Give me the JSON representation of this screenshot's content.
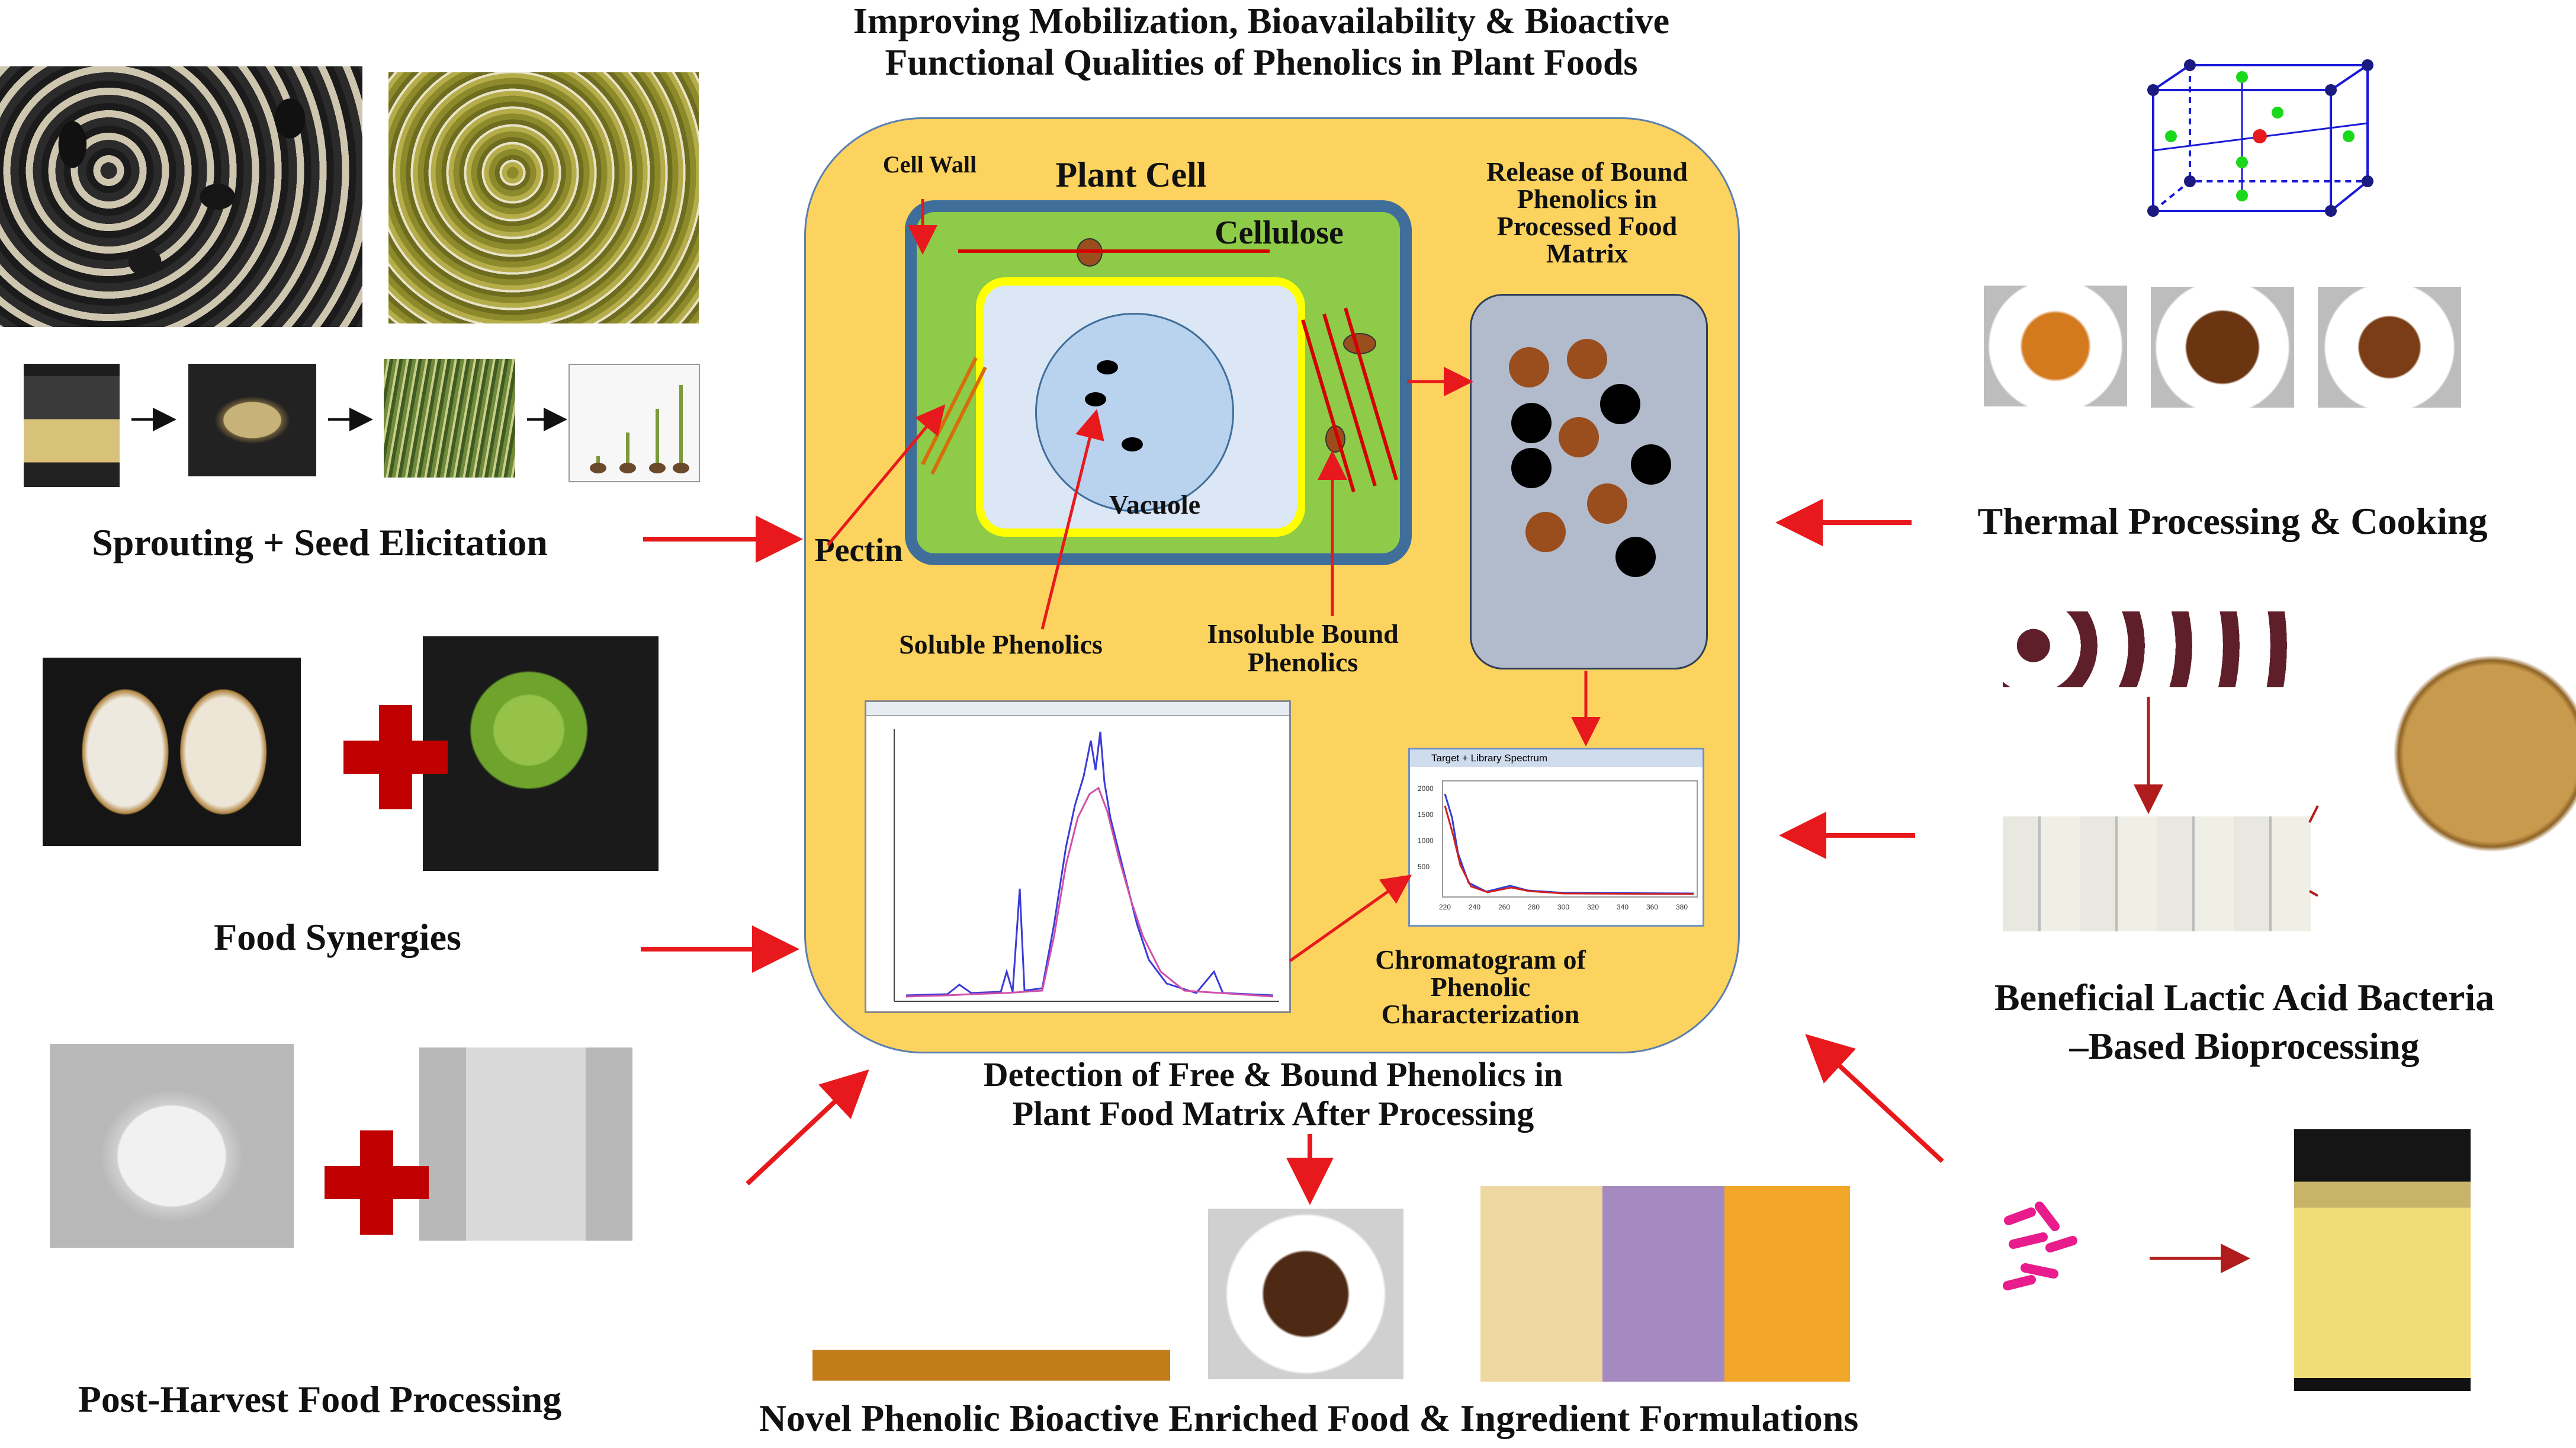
{
  "title": {
    "line1": "Improving Mobilization, Bioavailability & Bioactive",
    "line2": "Functional Qualities of Phenolics in Plant Foods"
  },
  "cell": {
    "plant_cell": "Plant Cell",
    "cell_wall": "Cell Wall",
    "cellulose": "Cellulose",
    "pectin": "Pectin",
    "vacuole": "Vacuole",
    "soluble": "Soluble Phenolics",
    "insoluble_l1": "Insoluble Bound",
    "insoluble_l2": "Phenolics",
    "release_l1": "Release of Bound",
    "release_l2": "Phenolics in",
    "release_l3": "Processed Food",
    "release_l4": "Matrix",
    "chrom_l1": "Chromatogram of",
    "chrom_l2": "Phenolic",
    "chrom_l3": "Characterization",
    "spectrum_title": "Target + Library Spectrum",
    "spectrum_y": [
      "2000",
      "1500",
      "1000",
      "500"
    ],
    "spectrum_x": [
      "220",
      "240",
      "260",
      "280",
      "300",
      "320",
      "340",
      "360",
      "380"
    ]
  },
  "detection": {
    "line1": "Detection of Free & Bound Phenolics in",
    "line2": "Plant Food Matrix After Processing"
  },
  "left": {
    "sprouting": "Sprouting  + Seed Elicitation",
    "synergies": "Food Synergies",
    "postharvest": "Post-Harvest Food Processing"
  },
  "right": {
    "thermal": "Thermal  Processing & Cooking",
    "lab_l1": "Beneficial Lactic Acid Bacteria",
    "lab_l2": "–Based Bioprocessing"
  },
  "bottom": {
    "novel": "Novel Phenolic Bioactive Enriched  Food & Ingredient  Formulations"
  },
  "colors": {
    "arrow": "#e8191c",
    "dark_arrow": "#b01c1c",
    "panel": "#fcd35f",
    "wall": "#3f6e9a",
    "cellulose": "#8dcb48",
    "membrane": "#ffff00",
    "vacuole": "#b9d3ef",
    "matrix": "#b1bbcb",
    "brown": "#9a4d1d",
    "plus": "#c00000"
  },
  "icons": [
    "red-plus-icon",
    "bacteria-icon",
    "cube-lattice-icon"
  ]
}
